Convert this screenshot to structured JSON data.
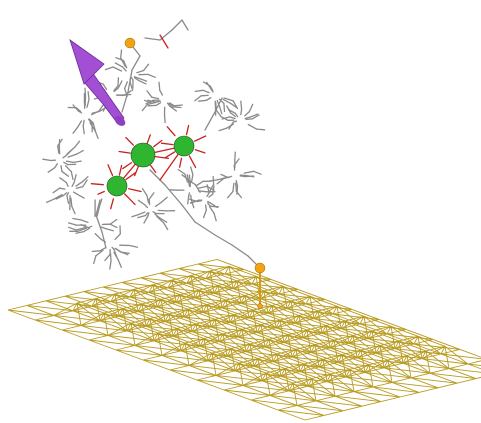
{
  "colors": {
    "background": "#ffffff",
    "lattice": "#b89a1e",
    "carbon_bond": "#8a8a8a",
    "oxygen_bond": "#cc1f1f",
    "metal": "#2fb52f",
    "sulfur": "#f0a413",
    "spin_arrow": "#a24fd4"
  },
  "molecule": {
    "metal_center_count": 3,
    "sulfur_anchor_count": 2,
    "icons": [
      "metal-atom",
      "sulfur-atom",
      "spin-arrow-icon",
      "gold-lattice"
    ]
  },
  "lattice": {
    "description_visible": false
  }
}
